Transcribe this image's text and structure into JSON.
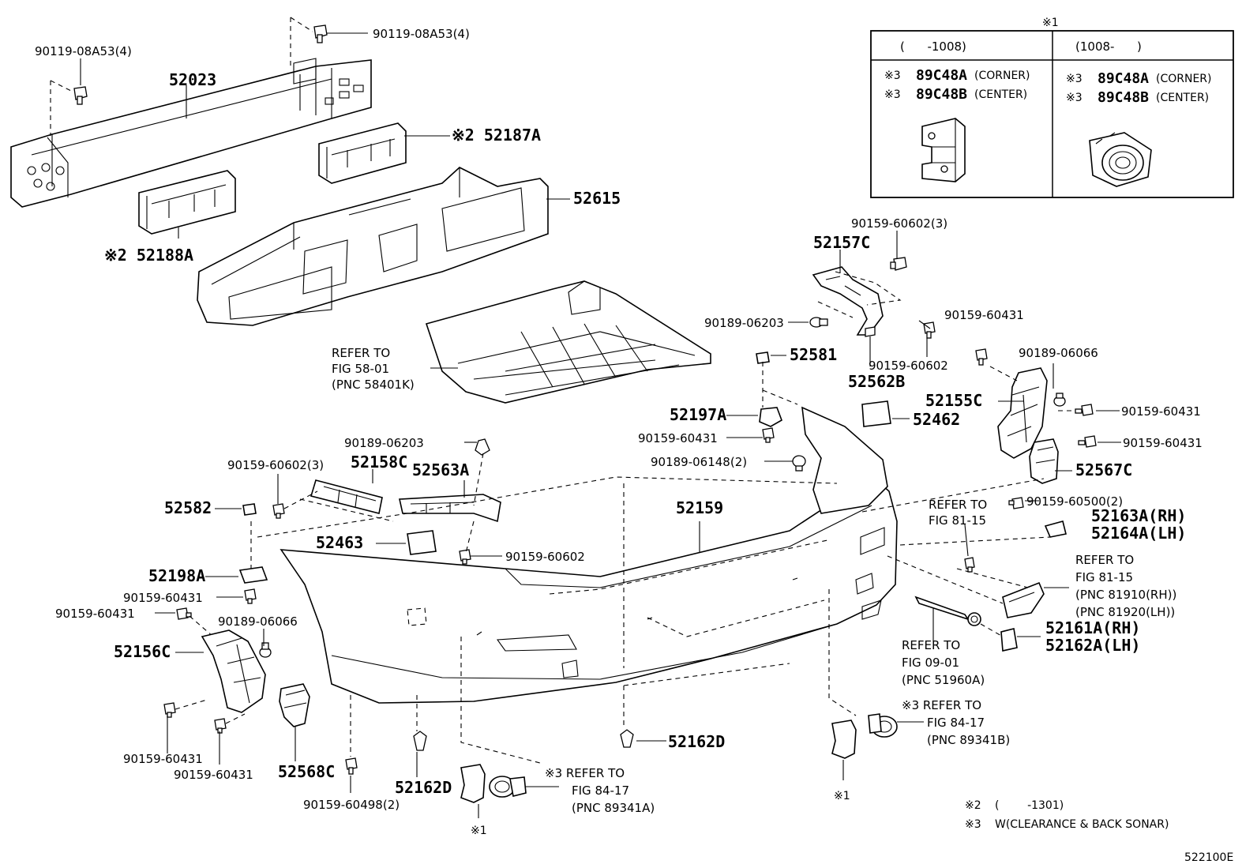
{
  "labels": {
    "l1": "90119-08A53(4)",
    "l2": "90119-08A53(4)",
    "l3": "52023",
    "l4": "※2 52187A",
    "l5": "52615",
    "l6": "※2 52188A",
    "l7": "REFER TO",
    "l8": "FIG 58-01",
    "l9": "(PNC 58401K)",
    "l10": "90159-60602(3)",
    "l11": "52157C",
    "l12": "90189-06203",
    "l13": "90159-60431",
    "l14": "52581",
    "l15": "90159-60602",
    "l16": "52562B",
    "l17": "90189-06066",
    "l18": "52155C",
    "l19": "90159-60431",
    "l20": "52197A",
    "l21": "52462",
    "l22": "90159-60431",
    "l23": "90159-60431",
    "l24": "90189-06148(2)",
    "l25": "52567C",
    "l26": "90189-06203",
    "l27": "90159-60602(3)",
    "l28": "52158C",
    "l29": "52563A",
    "l30": "52582",
    "l31": "52159",
    "l32": "90159-60500(2)",
    "l33": "REFER TO",
    "l34": "FIG 81-15",
    "l35": "52163A(RH)",
    "l36": "52164A(LH)",
    "l37": "52463",
    "l38": "90159-60602",
    "l39": "52198A",
    "l40": "REFER TO",
    "l41": "FIG 81-15",
    "l42": "(PNC 81910(RH))",
    "l43": "(PNC 81920(LH))",
    "l44": "90159-60431",
    "l45": "90159-60431",
    "l46": "90189-06066",
    "l47": "52161A(RH)",
    "l48": "52162A(LH)",
    "l49": "52156C",
    "l50": "REFER TO",
    "l51": "FIG 09-01",
    "l52": "(PNC 51960A)",
    "l53": "※3 REFER TO",
    "l54": "FIG 84-17",
    "l55": "(PNC 89341B)",
    "l56": "52162D",
    "l57": "90159-60431",
    "l58": "90159-60431",
    "l59": "52568C",
    "l60": "52162D",
    "l61": "※3 REFER TO",
    "l62": "FIG 84-17",
    "l63": "(PNC 89341A)",
    "l64": "90159-60498(2)",
    "l65": "※1",
    "l66": "※1"
  },
  "inset": {
    "marker": "※1",
    "left_header": "(      -1008)",
    "right_header": "(1008-      )",
    "left_row1_mark": "※3",
    "left_row1_part": "89C48A",
    "left_row1_desc": "(CORNER)",
    "left_row2_mark": "※3",
    "left_row2_part": "89C48B",
    "left_row2_desc": "(CENTER)",
    "right_row1_mark": "※3",
    "right_row1_part": "89C48A",
    "right_row1_desc": "(CORNER)",
    "right_row2_mark": "※3",
    "right_row2_part": "89C48B",
    "right_row2_desc": "(CENTER)"
  },
  "notes": {
    "n1_mark": "※2",
    "n1_text": "(        -1301)",
    "n2_mark": "※3",
    "n2_text": "W(CLEARANCE & BACK SONAR)"
  },
  "figure_code": "522100E"
}
